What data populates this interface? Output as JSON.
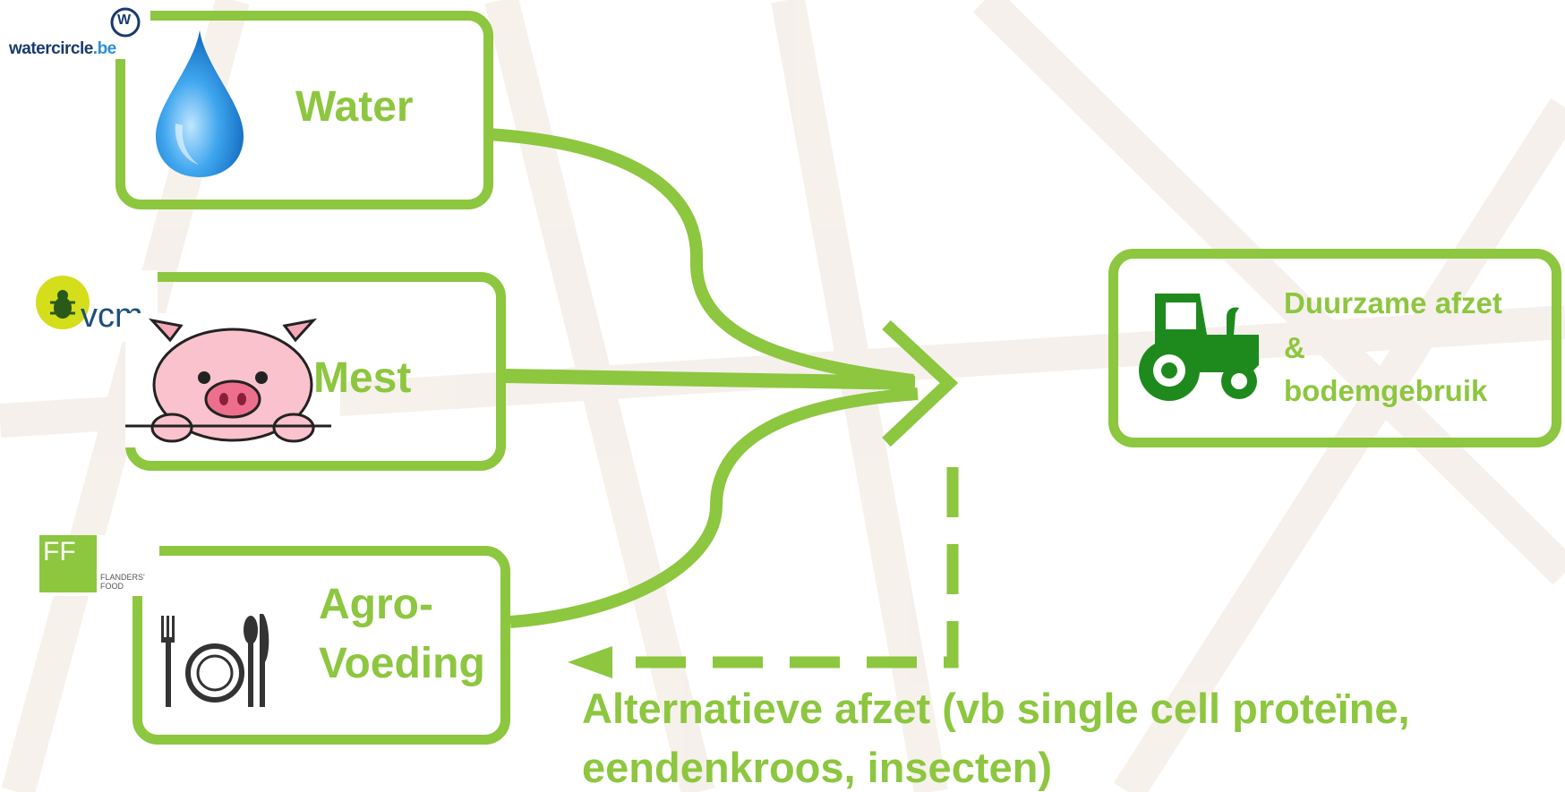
{
  "colors": {
    "accent": "#8dc63f",
    "tractor": "#1e8a1e",
    "water": "#1e88e5",
    "pig": "#f6a8b8",
    "background_lines": "#f3ece6"
  },
  "sources": [
    {
      "label": "Water",
      "logo_text": "watercircle",
      "logo_suffix": ".be",
      "logo_mark": "W",
      "icon": "water-drop-icon"
    },
    {
      "label": "Mest",
      "logo_text": "vcm",
      "icon": "pig-icon",
      "logo_icon": "beetle-icon"
    },
    {
      "label_line1": "Agro-",
      "label_line2": "Voeding",
      "logo_mark": "FF",
      "logo_text_line1": "FLANDERS'",
      "logo_text_line2": "FOOD",
      "icon": "plate-cutlery-icon"
    }
  ],
  "target": {
    "line1": "Duurzame afzet",
    "line2": "&",
    "line3": "bodemgebruik",
    "icon": "tractor-icon"
  },
  "alternative": {
    "line1": "Alternatieve afzet (vb single cell proteïne,",
    "line2": "eendenkroos, insecten)"
  }
}
